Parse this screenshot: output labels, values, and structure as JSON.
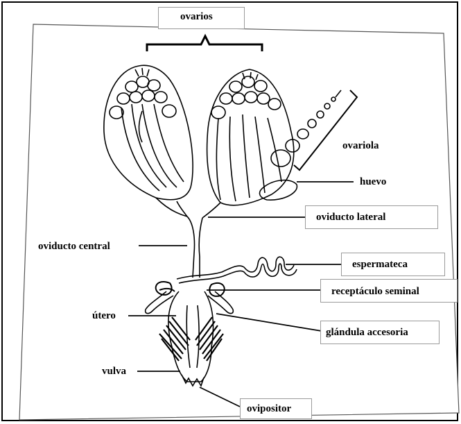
{
  "labels": {
    "ovarios": "ovarios",
    "ovariola": "ovariola",
    "huevo": "huevo",
    "oviducto_lateral": "oviducto lateral",
    "oviducto_central": "oviducto central",
    "espermateca": "espermateca",
    "receptaculo_seminal": "receptáculo seminal",
    "utero": "útero",
    "glandula_accesoria": "glándula accesoria",
    "vulva": "vulva",
    "ovipositor": "ovipositor"
  }
}
